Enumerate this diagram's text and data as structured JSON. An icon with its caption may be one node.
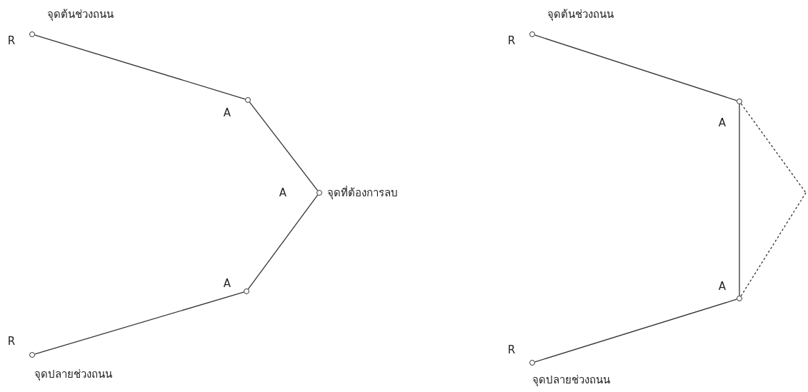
{
  "diagram": {
    "nodes": [
      {
        "text": [],
        "shape": "circle",
        "beside": [
          "R",
          "จุดต้นช่วงถนน"
        ]
      },
      {
        "text": [],
        "shape": "circle",
        "beside": [
          "A"
        ]
      },
      {
        "text": [],
        "shape": "circle",
        "beside": [
          "A",
          "จุดที่ต้องการลบ"
        ]
      },
      {
        "text": [],
        "shape": "circle",
        "beside": [
          "A"
        ]
      },
      {
        "text": [],
        "shape": "circle",
        "beside": [
          "R",
          "จุดปลายช่วงถนน"
        ]
      },
      {
        "text": [],
        "shape": "circle",
        "beside": [
          "R",
          "จุดต้นช่วงถนน"
        ]
      },
      {
        "text": [],
        "shape": "circle",
        "beside": [
          "A"
        ]
      },
      {
        "text": [],
        "shape": "circle",
        "beside": [
          "A"
        ]
      },
      {
        "text": [],
        "shape": "circle",
        "beside": [
          "R",
          "จุดปลายช่วงถนน"
        ]
      }
    ],
    "edges": [
      {
        "from": 0,
        "to": 1,
        "arrow": "none"
      },
      {
        "from": 1,
        "to": 2,
        "arrow": "none"
      },
      {
        "from": 2,
        "to": 3,
        "arrow": "none"
      },
      {
        "from": 3,
        "to": 4,
        "arrow": "none"
      },
      {
        "from": 5,
        "to": 6,
        "arrow": "none"
      },
      {
        "from": 6,
        "to": 7,
        "arrow": "none"
      },
      {
        "from": 7,
        "to": 8,
        "arrow": "none"
      },
      {
        "from": 6,
        "to": null,
        "arrow": "none",
        "style": "dashed"
      },
      {
        "from": 7,
        "to": null,
        "arrow": "none",
        "style": "dashed"
      }
    ]
  }
}
